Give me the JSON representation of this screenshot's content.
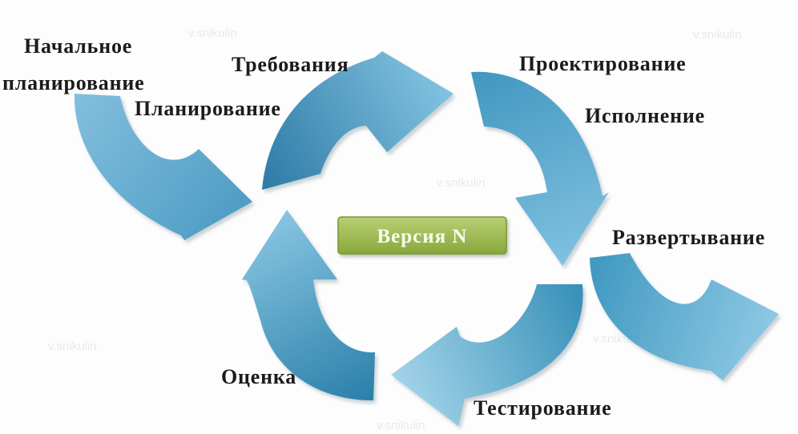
{
  "diagram": {
    "background": "#fdfdfd",
    "text_color": "#1b1b1b",
    "watermark": "v.snikulin",
    "version_box": {
      "label": "Версия N",
      "fill_top": "#b9cf74",
      "fill_bottom": "#87a83b",
      "border": "#78972f",
      "text_color": "#fcfcf0"
    },
    "labels": {
      "initial_planning_line1": "Начальное",
      "initial_planning_line2": "планирование",
      "planning": "Планирование",
      "requirements": "Требования",
      "design": "Проектирование",
      "implementation": "Исполнение",
      "deployment": "Развертывание",
      "testing": "Тестирование",
      "evaluation": "Оценка"
    },
    "arrow_colors": {
      "entry_start": "#82bedd",
      "entry_end": "#4e9dc5",
      "plan_req_start": "#2d7ba6",
      "plan_req_end": "#82c2e1",
      "design_impl_start": "#4298c0",
      "design_impl_end": "#7fc0e0",
      "impl_test_start": "#3690b8",
      "impl_test_end": "#a3d3e9",
      "eval_plan_start": "#2b80aa",
      "eval_plan_end": "#85c3e0",
      "deploy_start": "#4099c1",
      "deploy_end": "#8cc7e4"
    }
  }
}
